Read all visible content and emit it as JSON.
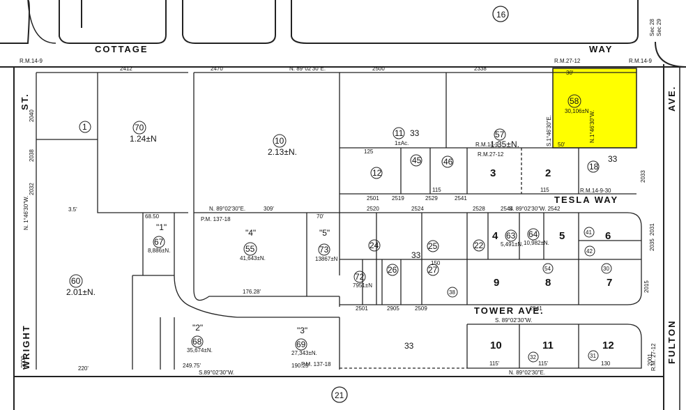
{
  "streets": {
    "cottage": "COTTAGE",
    "way": "WAY",
    "tesla_way": "TESLA WAY",
    "tower_ave": "TOWER AVE.",
    "wright": "WRIGHT",
    "st": "ST.",
    "ave": "AVE.",
    "fulton": "FULTON"
  },
  "block_numbers": [
    "16",
    "21"
  ],
  "section_label": [
    "Sec 28",
    "Sec 29"
  ],
  "highlight_color": "#ffff00",
  "parcels": [
    {
      "id": "p1",
      "num": "1"
    },
    {
      "id": "p70",
      "num": "70",
      "area": "1.24±N"
    },
    {
      "id": "p10",
      "num": "10",
      "area": "2.13±N."
    },
    {
      "id": "p11",
      "num": "11",
      "area": "1±Ac.",
      "book": "33"
    },
    {
      "id": "p57",
      "num": "57",
      "area": "1.35±N."
    },
    {
      "id": "p58",
      "num": "58",
      "area": "30,106±N"
    },
    {
      "id": "p18",
      "num": "18",
      "book": "33"
    },
    {
      "id": "p12",
      "num": "12"
    },
    {
      "id": "p45",
      "num": "45"
    },
    {
      "id": "p46",
      "num": "46"
    },
    {
      "id": "p60",
      "num": "60",
      "area": "2.01±N."
    },
    {
      "id": "p67",
      "num": "67",
      "area": "8,886±N."
    },
    {
      "id": "p55",
      "num": "55",
      "area": "41,643±N."
    },
    {
      "id": "p73",
      "num": "73",
      "area": "13867±N"
    },
    {
      "id": "p24",
      "num": "24"
    },
    {
      "id": "p25",
      "num": "25"
    },
    {
      "id": "p72",
      "num": "72",
      "area": "7951±N"
    },
    {
      "id": "p26",
      "num": "26"
    },
    {
      "id": "p27",
      "num": "27"
    },
    {
      "id": "p38",
      "num": "38"
    },
    {
      "id": "p22",
      "num": "22"
    },
    {
      "id": "p63",
      "num": "63",
      "area": "5,491±N."
    },
    {
      "id": "p64",
      "num": "64",
      "area": "10,982±N."
    },
    {
      "id": "p41",
      "num": "41"
    },
    {
      "id": "p42",
      "num": "42"
    },
    {
      "id": "p54",
      "num": "54"
    },
    {
      "id": "p30",
      "num": "30"
    },
    {
      "id": "p68",
      "num": "68",
      "area": "35,674±N."
    },
    {
      "id": "p69",
      "num": "69",
      "area": "27,343±N."
    },
    {
      "id": "p32",
      "num": "32"
    },
    {
      "id": "p31",
      "num": "31"
    }
  ],
  "lots": [
    "3",
    "2",
    "4",
    "5",
    "6",
    "9",
    "8",
    "7",
    "10",
    "11",
    "12"
  ],
  "sub_lots": [
    "\"1\"",
    "\"2\"",
    "\"3\"",
    "\"4\"",
    "\"5\""
  ],
  "book_33": "33",
  "refs": {
    "rm14_9": "R.M.14-9",
    "rm27_12": "R.M.27-12",
    "rm14_9b": "R.M.14-9",
    "rm27_12b": "R.M.27-12",
    "rm14_9c": "R.M.14-9",
    "rm14_9_30": "R.M.14-9-30",
    "pm137_18": "P.M. 137-18",
    "pm137_18b": "P.M. 137-18",
    "rm27_12_right": "R.M. 27-12"
  },
  "bearings": {
    "top": "N. 89°02'30\"E.",
    "tesla": "S. 89°02'30\"W. 2542",
    "mid": "N. 89°02'30\"E.",
    "tower": "S. 89°02'30\"W.",
    "bottom_left": "S.89°02'30\"W.",
    "bottom_right": "N. 89°02'30\"E.",
    "left_vert": "N. 1°46'30\"W.",
    "v58a": "S.1°46'30\"E.",
    "v58b": "N.1°46'30\"W."
  },
  "addresses": [
    "2412",
    "2470",
    "2500",
    "2338",
    "2501",
    "2519",
    "2529",
    "2541",
    "2520",
    "2524",
    "2528",
    "2544",
    "2501",
    "2905",
    "2509",
    "2541",
    "2040",
    "2038",
    "2032",
    "2000",
    "2033",
    "2015",
    "2035",
    "2031",
    "2001"
  ],
  "dimensions": [
    "30'",
    "50'",
    "115",
    "115",
    "125",
    "150",
    "309'",
    "176.28'",
    "220'",
    "249.75'",
    "190.25'",
    "115'",
    "115'",
    "130",
    "68.50",
    "70'",
    "3.5'"
  ]
}
